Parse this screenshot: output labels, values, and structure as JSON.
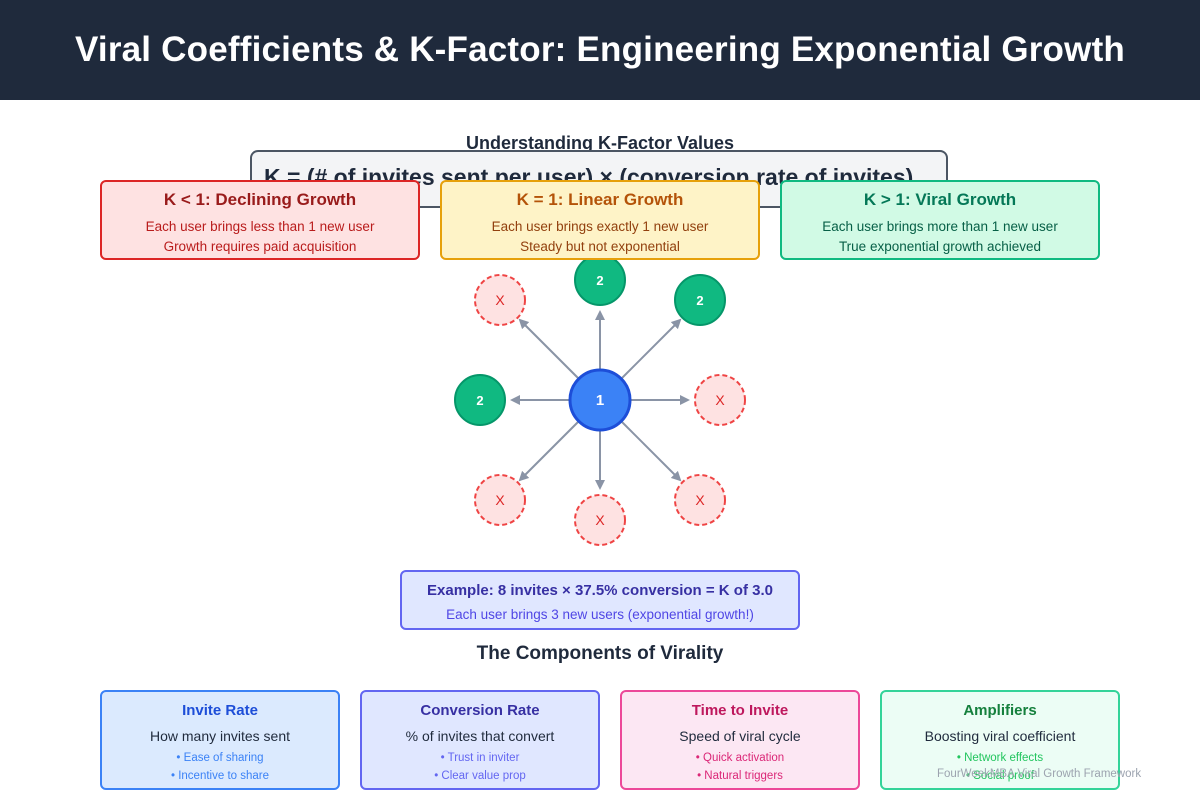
{
  "title": "Viral Coefficients & K-Factor: Engineering Exponential Growth",
  "understanding_title": "Understanding K-Factor Values",
  "formula": "K = (# of invites sent per user) × (conversion rate of invites)",
  "k_cards": [
    {
      "title": "K < 1: Declining Growth",
      "lines": [
        "Each user brings less than 1 new user",
        "Growth requires paid acquisition"
      ]
    },
    {
      "title": "K = 1: Linear Growth",
      "lines": [
        "Each user brings exactly 1 new user",
        "Steady but not exponential"
      ]
    },
    {
      "title": "K > 1: Viral Growth",
      "lines": [
        "Each user brings more than 1 new user",
        "True exponential growth achieved"
      ]
    }
  ],
  "diagram": {
    "center_label": "1",
    "converted_label": "2",
    "failed_label": "X",
    "nodes": [
      {
        "label": "2",
        "status": "converted"
      },
      {
        "label": "2",
        "status": "converted"
      },
      {
        "label": "X",
        "status": "failed"
      },
      {
        "label": "X",
        "status": "failed"
      },
      {
        "label": "X",
        "status": "failed"
      },
      {
        "label": "X",
        "status": "failed"
      },
      {
        "label": "2",
        "status": "converted"
      },
      {
        "label": "X",
        "status": "failed"
      }
    ],
    "colors": {
      "center": "#3b82f6",
      "converted": "#10b981",
      "failed_fill": "#fee2e2",
      "failed_stroke": "#ef4444",
      "arrow": "#8a94a6"
    }
  },
  "example": {
    "title": "Example: 8 invites × 37.5% conversion = K of 3.0",
    "subtitle": "Each user brings 3 new users (exponential growth!)"
  },
  "components_title": "The Components of Virality",
  "components": [
    {
      "title": "Invite Rate",
      "desc": "How many invites sent",
      "bullets": [
        "• Ease of sharing",
        "• Incentive to share"
      ]
    },
    {
      "title": "Conversion Rate",
      "desc": "% of invites that convert",
      "bullets": [
        "• Trust in inviter",
        "• Clear value prop"
      ]
    },
    {
      "title": "Time to Invite",
      "desc": "Speed of viral cycle",
      "bullets": [
        "• Quick activation",
        "• Natural triggers"
      ]
    },
    {
      "title": "Amplifiers",
      "desc": "Boosting viral coefficient",
      "bullets": [
        "• Network effects",
        "• Social proof"
      ]
    }
  ],
  "footer": "FourWeekMBA Viral Growth Framework"
}
